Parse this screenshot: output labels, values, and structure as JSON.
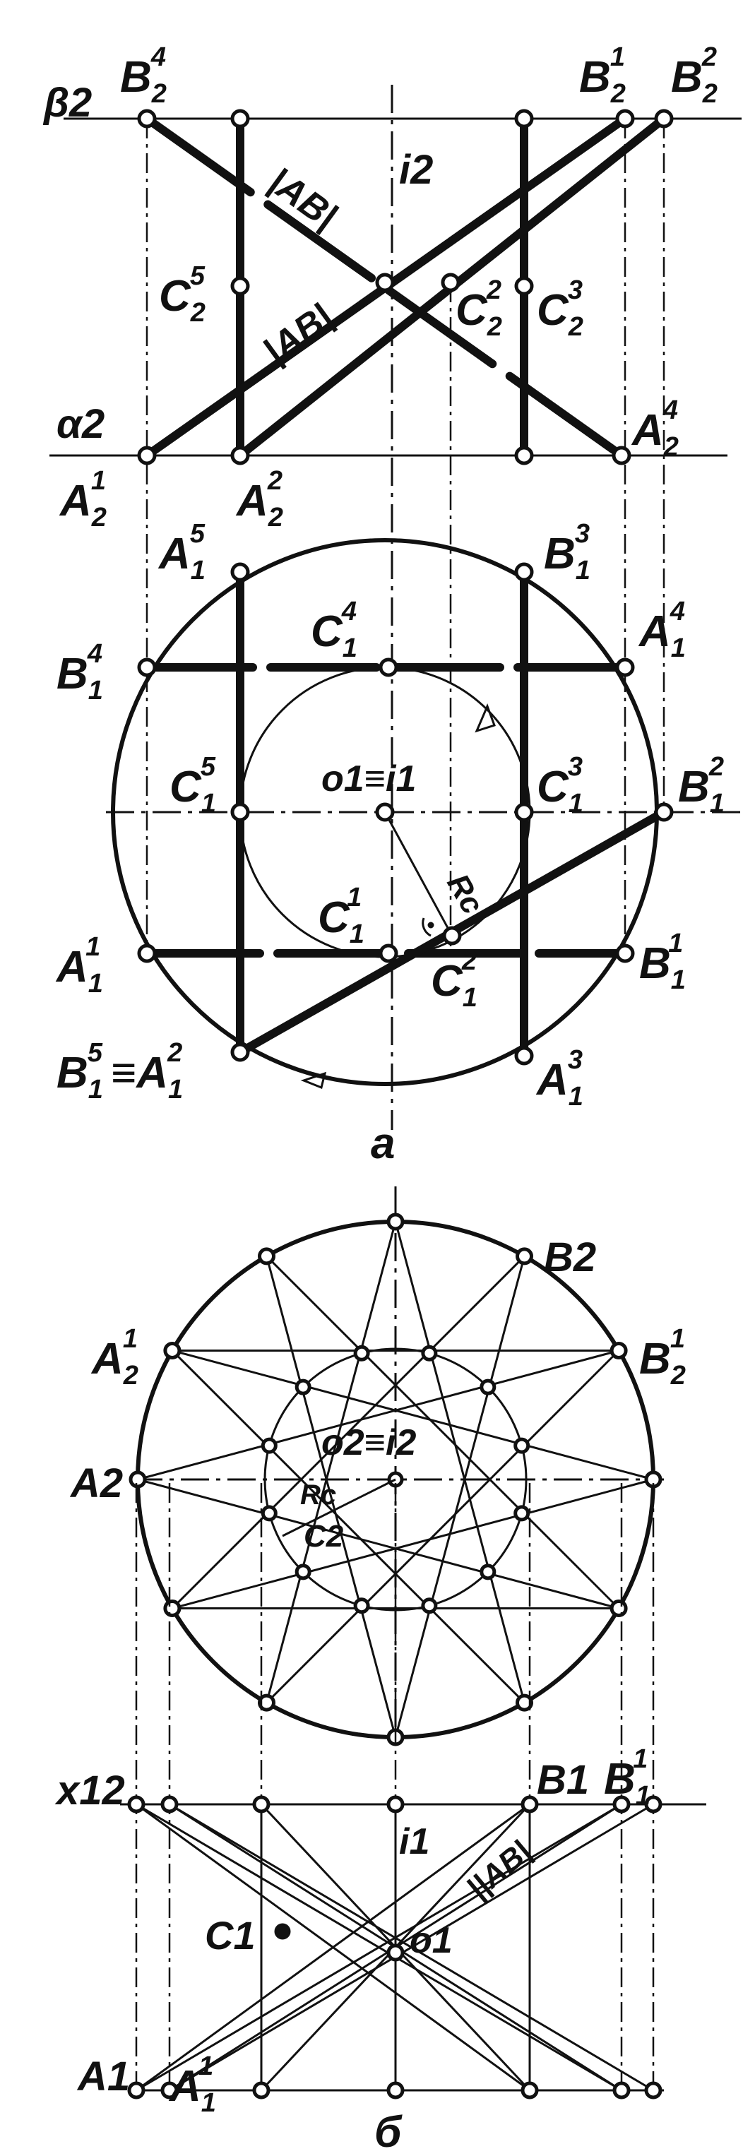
{
  "figure_a": {
    "caption": "а",
    "planes": {
      "beta": "β2",
      "alpha": "α2"
    },
    "axis_front": "i2",
    "labels": {
      "B2_4": "B",
      "B2_1": "B",
      "B2_2": "B",
      "AB_top": "|AB|",
      "AB_mid": "|AB|",
      "C2_5": "C",
      "C2_2": "C",
      "C2_3": "C",
      "A2_1": "A",
      "A2_2": "A",
      "A2_4": "A",
      "A1_5": "A",
      "B1_3": "B",
      "B1_4": "B",
      "C1_4": "C",
      "A1_4": "A",
      "C1_5": "C",
      "o1": "o1≡i1",
      "C1_3": "C",
      "B1_2": "B",
      "Rc": "Rc",
      "C1_1": "C",
      "A1_1": "A",
      "C1_2": "C",
      "B1_1": "B",
      "B1_5": "B",
      "equiv": "≡",
      "A1_2": "A",
      "A1_3": "A"
    }
  },
  "figure_b": {
    "caption": "б",
    "labels": {
      "B2": "B2",
      "A2_1": "A",
      "B2_1": "B",
      "A2": "A2",
      "o2": "o2≡i2",
      "Rc": "Rc",
      "C2": "C2",
      "x12": "x12",
      "B1": "B1",
      "B1_1": "B",
      "i1": "i1",
      "AB": "||AB|",
      "C1": "C1",
      "o1": "o1",
      "A1": "A1",
      "A1_1": "A"
    }
  }
}
